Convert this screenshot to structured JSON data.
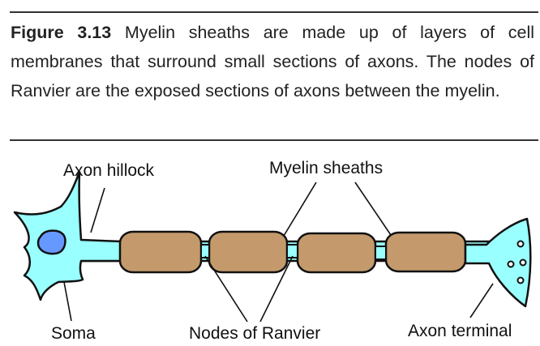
{
  "figure": {
    "number_label": "Figure 3.13",
    "caption_text": "Myelin sheaths are made up of layers of cell membranes that surround small sections  of axons. The nodes of Ranvier are the exposed sections of axons between the myelin."
  },
  "diagram": {
    "labels": {
      "axon_hillock": "Axon hillock",
      "myelin_sheaths": "Myelin sheaths",
      "soma": "Soma",
      "nodes_of_ranvier": "Nodes of Ranvier",
      "axon_terminal": "Axon terminal"
    },
    "colors": {
      "cytoplasm": "#99ffff",
      "nucleus": "#6699ff",
      "myelin": "#c49a6c",
      "outline": "#111111"
    },
    "myelin_segment_count": 4,
    "terminal_vesicle_count": 4
  }
}
